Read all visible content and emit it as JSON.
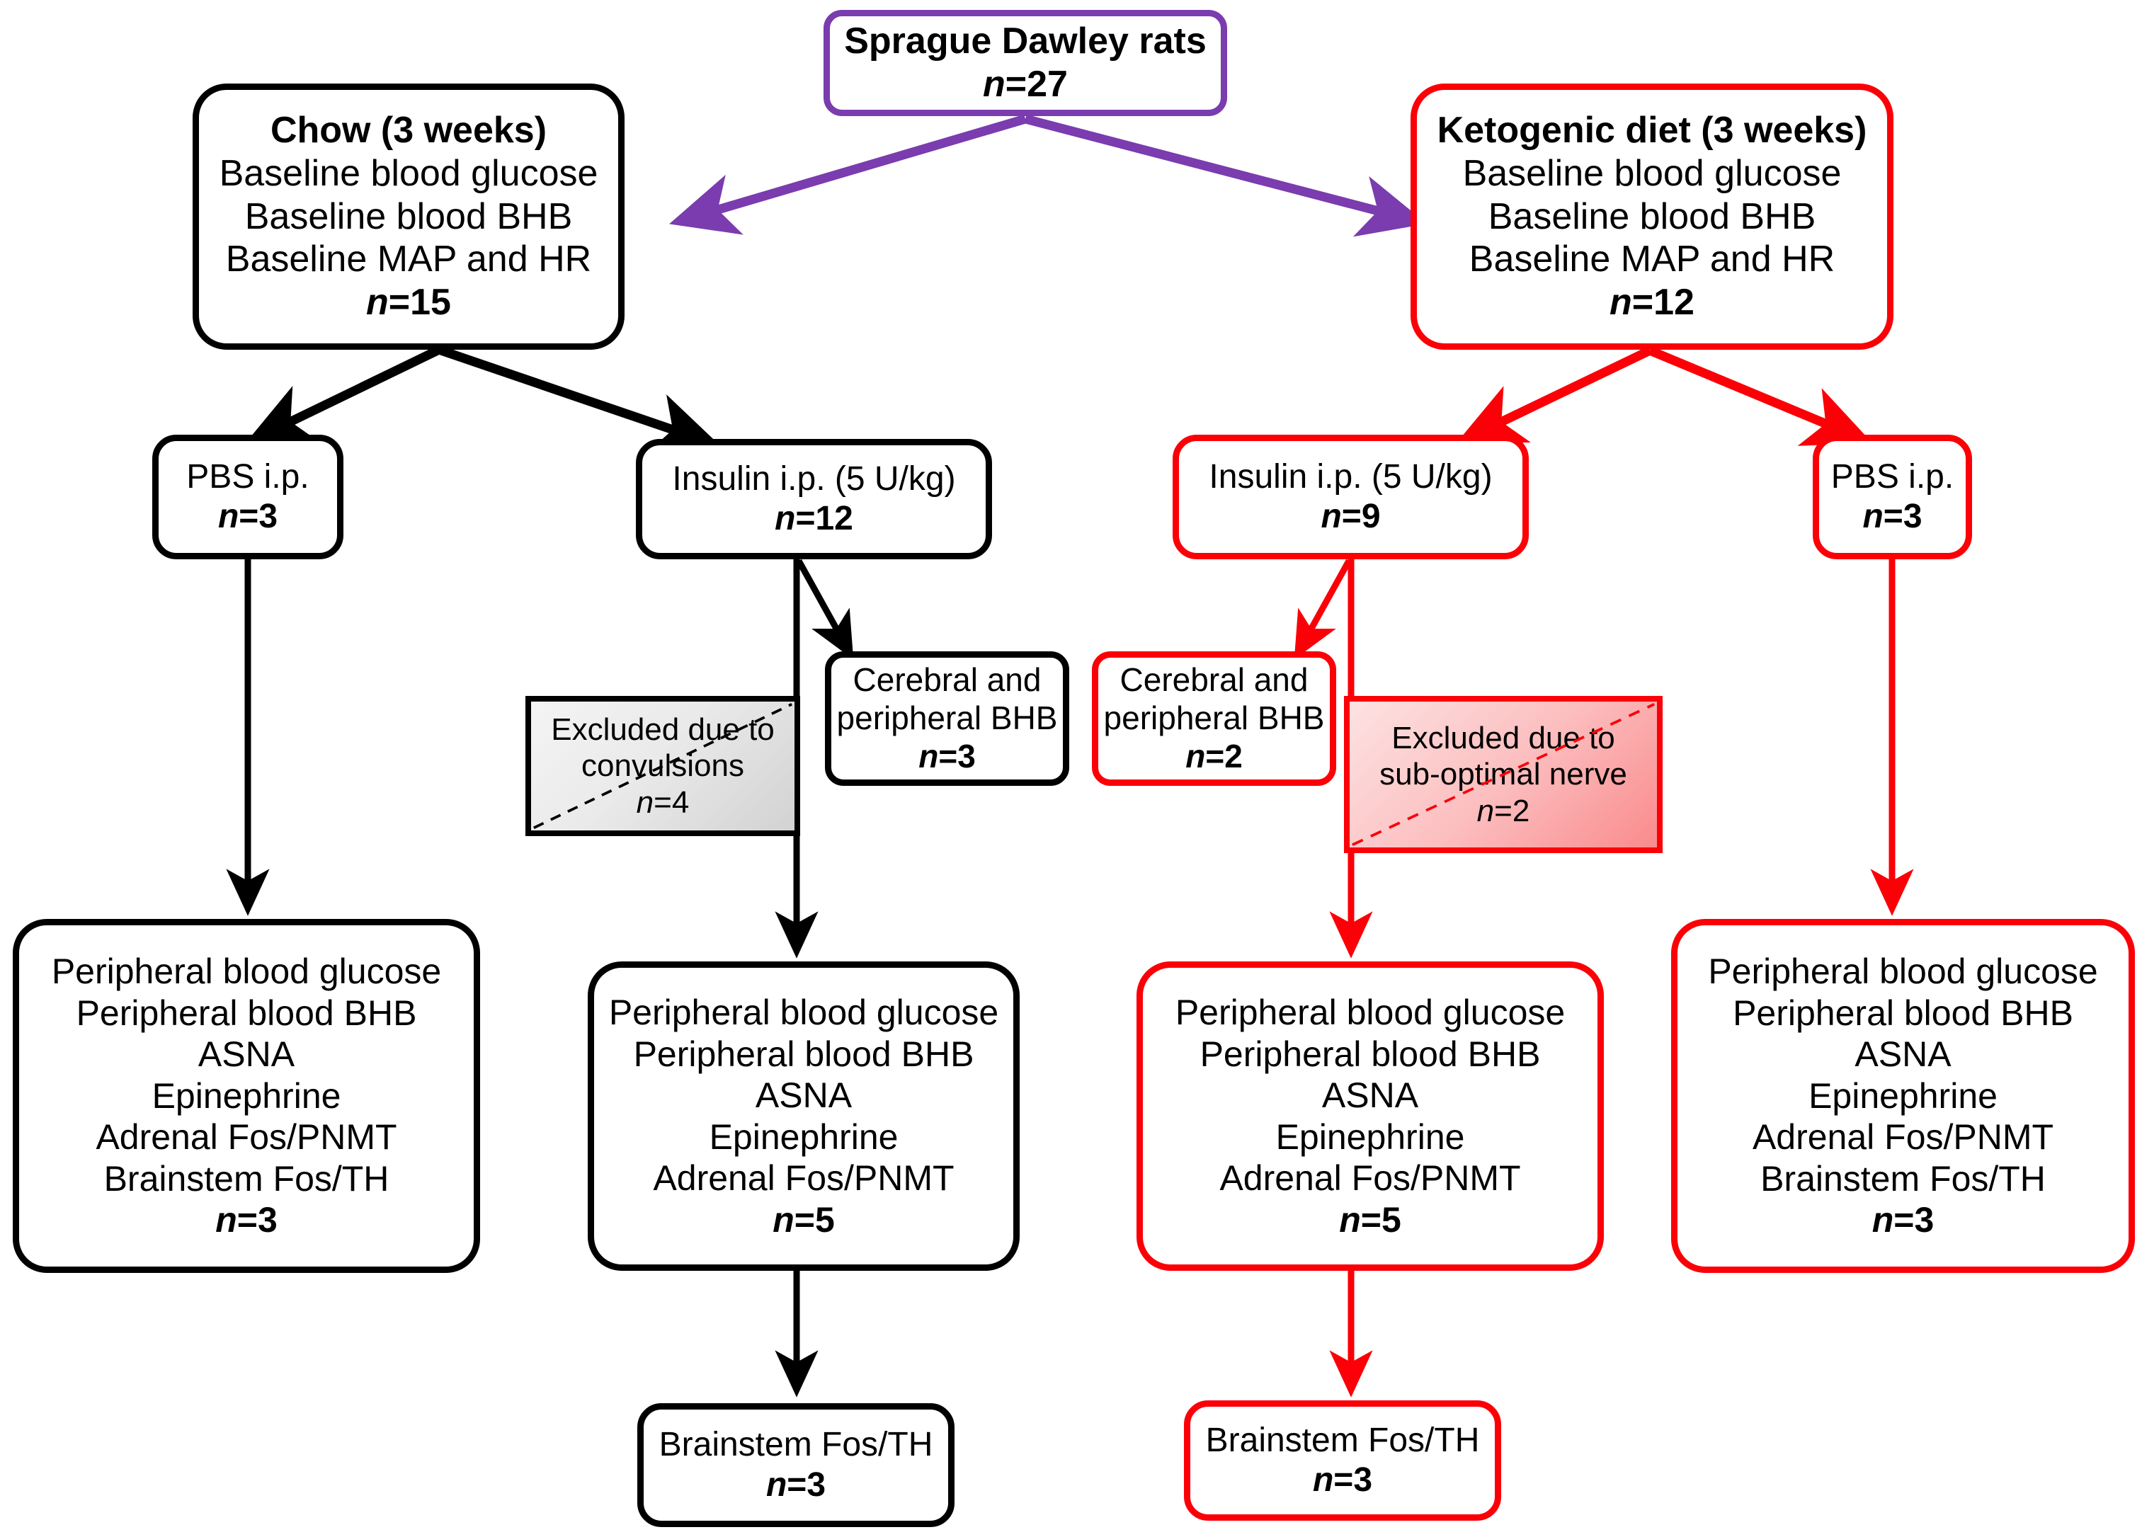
{
  "figure": {
    "type": "flowchart",
    "title": "Experimental design flowchart",
    "colors": {
      "chow_branch": "#000000",
      "keto_branch": "#fb0007",
      "root": "#7a3cae",
      "excluded_grey_fill": "#e9e9e9",
      "excluded_red_fill": "#fcbfc0"
    }
  },
  "nodes": {
    "root": {
      "title": "Sprague Dawley rats",
      "n": "n=27"
    },
    "chow": {
      "title": "Chow (3 weeks)",
      "lines": [
        "Baseline blood glucose",
        "Baseline blood BHB",
        "Baseline MAP and HR"
      ],
      "n": "n=15"
    },
    "keto": {
      "title": "Ketogenic diet (3 weeks)",
      "lines": [
        "Baseline blood glucose",
        "Baseline blood BHB",
        "Baseline MAP and HR"
      ],
      "n": "n=12"
    },
    "chow_pbs": {
      "label": "PBS i.p.",
      "n": "n=3"
    },
    "chow_insulin": {
      "label": "Insulin i.p. (5 U/kg)",
      "n": "n=12"
    },
    "keto_insulin": {
      "label": "Insulin i.p. (5 U/kg)",
      "n": "n=9"
    },
    "keto_pbs": {
      "label": "PBS i.p.",
      "n": "n=3"
    },
    "chow_excluded": {
      "lines": [
        "Excluded due to",
        "convulsions"
      ],
      "n": "n=4"
    },
    "chow_bhb": {
      "lines": [
        "Cerebral and",
        "peripheral BHB"
      ],
      "n": "n=3"
    },
    "keto_bhb": {
      "lines": [
        "Cerebral and",
        "peripheral BHB"
      ],
      "n": "n=2"
    },
    "keto_excluded": {
      "lines": [
        "Excluded due to",
        "sub-optimal nerve"
      ],
      "n": "n=2"
    },
    "chow_pbs_outcomes": {
      "lines": [
        "Peripheral blood glucose",
        "Peripheral blood BHB",
        "ASNA",
        "Epinephrine",
        "Adrenal Fos/PNMT",
        "Brainstem Fos/TH"
      ],
      "n": "n=3"
    },
    "chow_insulin_outcomes": {
      "lines": [
        "Peripheral blood glucose",
        "Peripheral blood BHB",
        "ASNA",
        "Epinephrine",
        "Adrenal Fos/PNMT"
      ],
      "n": "n=5"
    },
    "keto_insulin_outcomes": {
      "lines": [
        "Peripheral blood glucose",
        "Peripheral blood BHB",
        "ASNA",
        "Epinephrine",
        "Adrenal Fos/PNMT"
      ],
      "n": "n=5"
    },
    "keto_pbs_outcomes": {
      "lines": [
        "Peripheral blood glucose",
        "Peripheral blood BHB",
        "ASNA",
        "Epinephrine",
        "Adrenal Fos/PNMT",
        "Brainstem Fos/TH"
      ],
      "n": "n=3"
    },
    "chow_brainstem": {
      "label": "Brainstem Fos/TH",
      "n": "n=3"
    },
    "keto_brainstem": {
      "label": "Brainstem Fos/TH",
      "n": "n=3"
    }
  }
}
